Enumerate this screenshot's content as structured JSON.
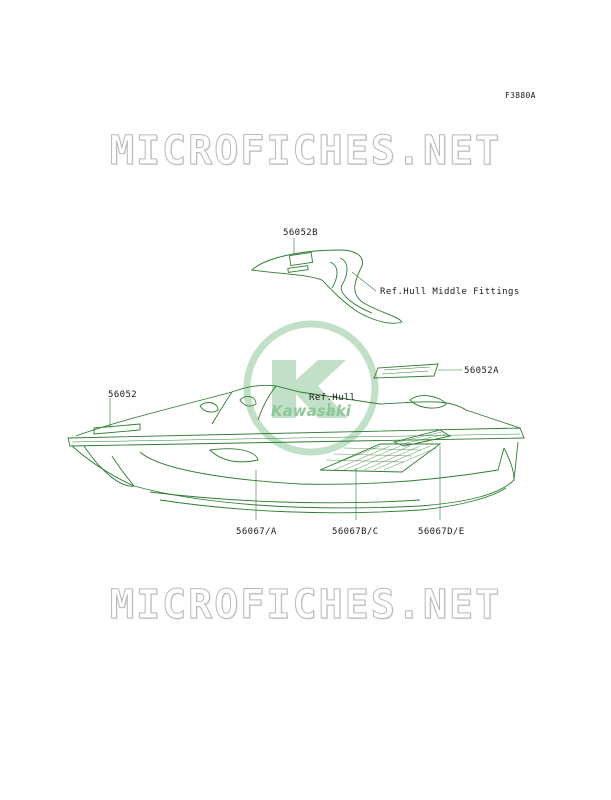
{
  "figure_code": "F3880A",
  "watermark_text": "MICROFICHES.NET",
  "logo": {
    "brand": "Kawasaki"
  },
  "callouts": {
    "c_56052B": "56052B",
    "c_ref_middle": "Ref.Hull Middle Fittings",
    "c_56052A": "56052A",
    "c_ref_hull": "Ref.Hull",
    "c_56052": "56052",
    "c_56067A": "56067/A",
    "c_56067BC": "56067B/C",
    "c_56067DE": "56067D/E"
  },
  "colors": {
    "line": "#2e7d32",
    "logo": "#8fc79a",
    "watermark": "#b9b9b9"
  }
}
